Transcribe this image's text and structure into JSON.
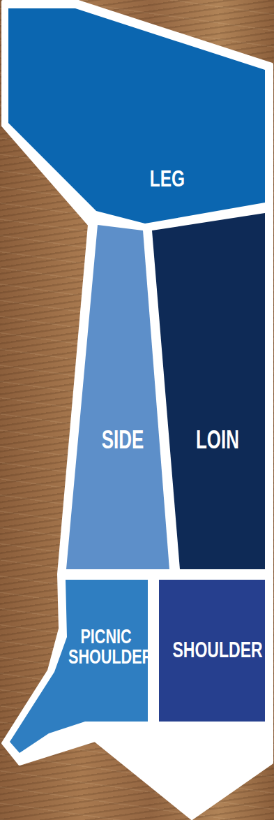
{
  "diagram": {
    "nodes": [
      {
        "text": [
          "LEG"
        ]
      },
      {
        "text": [
          "SIDE"
        ]
      },
      {
        "text": [
          "LOIN"
        ]
      },
      {
        "text": [
          "PICNIC SHOULDER"
        ]
      },
      {
        "text": [
          "SHOULDER"
        ]
      }
    ]
  }
}
